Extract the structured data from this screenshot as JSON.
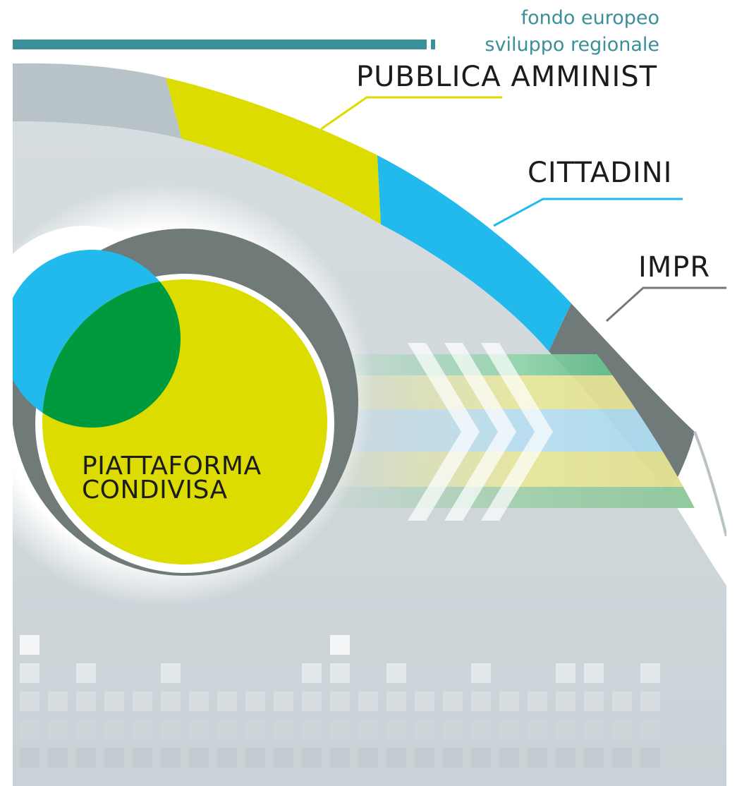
{
  "header": {
    "tagline_line1": "fondo europeo",
    "tagline_line2": "sviluppo regionale"
  },
  "categories": [
    {
      "label": "PUBBLICA AMMINIST",
      "color": "#dcdc00"
    },
    {
      "label": "CITTADINI",
      "color": "#22b9ec"
    },
    {
      "label": "IMPR",
      "color": "#6f7a79"
    }
  ],
  "core": {
    "line1": "PIATTAFORMA",
    "line2": "CONDIVISA"
  },
  "colors": {
    "teal": "#3b8f99",
    "yellow": "#dcdc00",
    "blue": "#22b9ec",
    "green": "#009a3e",
    "dark_gray": "#6f7a79",
    "light_gray": "#d2d9dc",
    "text_dark": "#1c1c1c"
  }
}
